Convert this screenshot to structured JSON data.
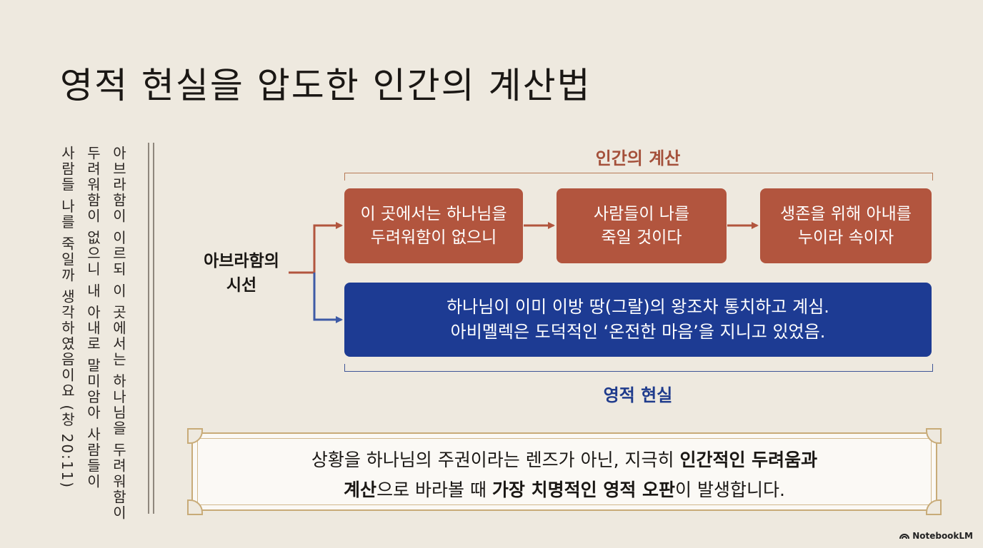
{
  "title": "영적 현실을 압도한 인간의 계산법",
  "verse": {
    "lines": [
      "아브라함이 이르되 이 곳에서는 하나님을 두려워함이",
      "두려워함이 없으니 내 아내로 말미암아 사람들이",
      "사람들 나를 죽일까 생각하였음이요 (창 20:11)"
    ]
  },
  "diagram": {
    "origin_label": [
      "아브라함의",
      "시선"
    ],
    "human_label": "인간의 계산",
    "spiritual_label": "영적 현실",
    "human_steps": [
      [
        "이 곳에서는 하나님을",
        "두려워함이 없으니"
      ],
      [
        "사람들이 나를",
        "죽일 것이다"
      ],
      [
        "생존을 위해 아내를",
        "누이라 속이자"
      ]
    ],
    "reality": [
      "하나님이 이미 이방 땅(그랄)의 왕조차 통치하고 계심.",
      "아비멜렉은 도덕적인 ‘온전한 마음’을 지니고 있었음."
    ]
  },
  "summary": {
    "line1_a": "상황을 하나님의 주권이라는 렌즈가 아닌, 지극히 ",
    "line1_b": "인간적인 두려움과",
    "line2_a": "계산",
    "line2_b": "으로 바라볼 때 ",
    "line2_c": "가장 치명적인 영적 오판",
    "line2_d": "이 발생합니다."
  },
  "colors": {
    "human": "#b2553e",
    "spiritual": "#1d3b93",
    "background": "#eee9df",
    "frame": "#c8ab78"
  },
  "brand": "NotebookLM"
}
